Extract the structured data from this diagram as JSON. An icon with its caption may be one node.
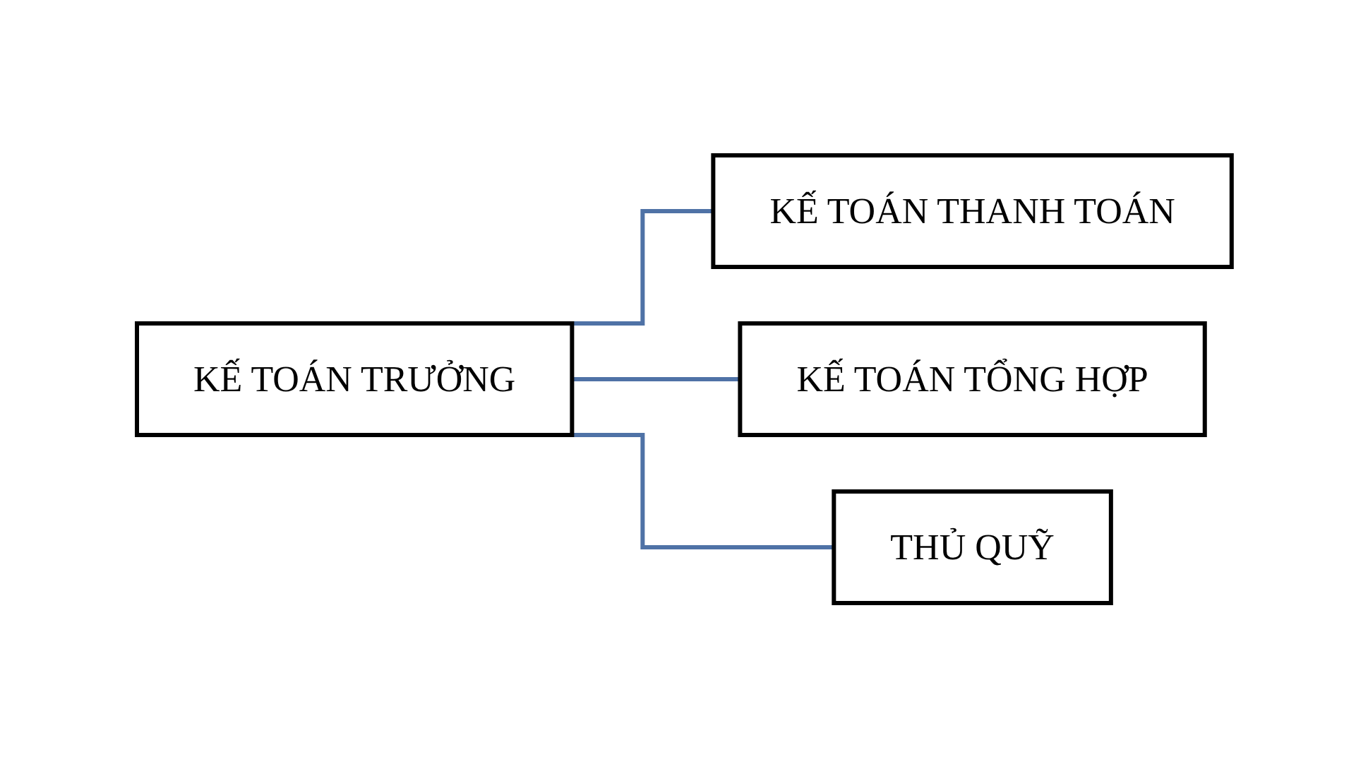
{
  "diagram": {
    "nodes": [
      {
        "text": [
          "KẾ TOÁN TRƯỞNG"
        ]
      },
      {
        "text": [
          "KẾ TOÁN THANH TOÁN"
        ]
      },
      {
        "text": [
          "KẾ TOÁN TỔNG HỢP"
        ]
      },
      {
        "text": [
          "THỦ QUỸ"
        ]
      }
    ],
    "edges": [
      {
        "from": 0,
        "to": 1,
        "arrow": "none"
      },
      {
        "from": 0,
        "to": 2,
        "arrow": "none"
      },
      {
        "from": 0,
        "to": 3,
        "arrow": "none"
      }
    ]
  }
}
